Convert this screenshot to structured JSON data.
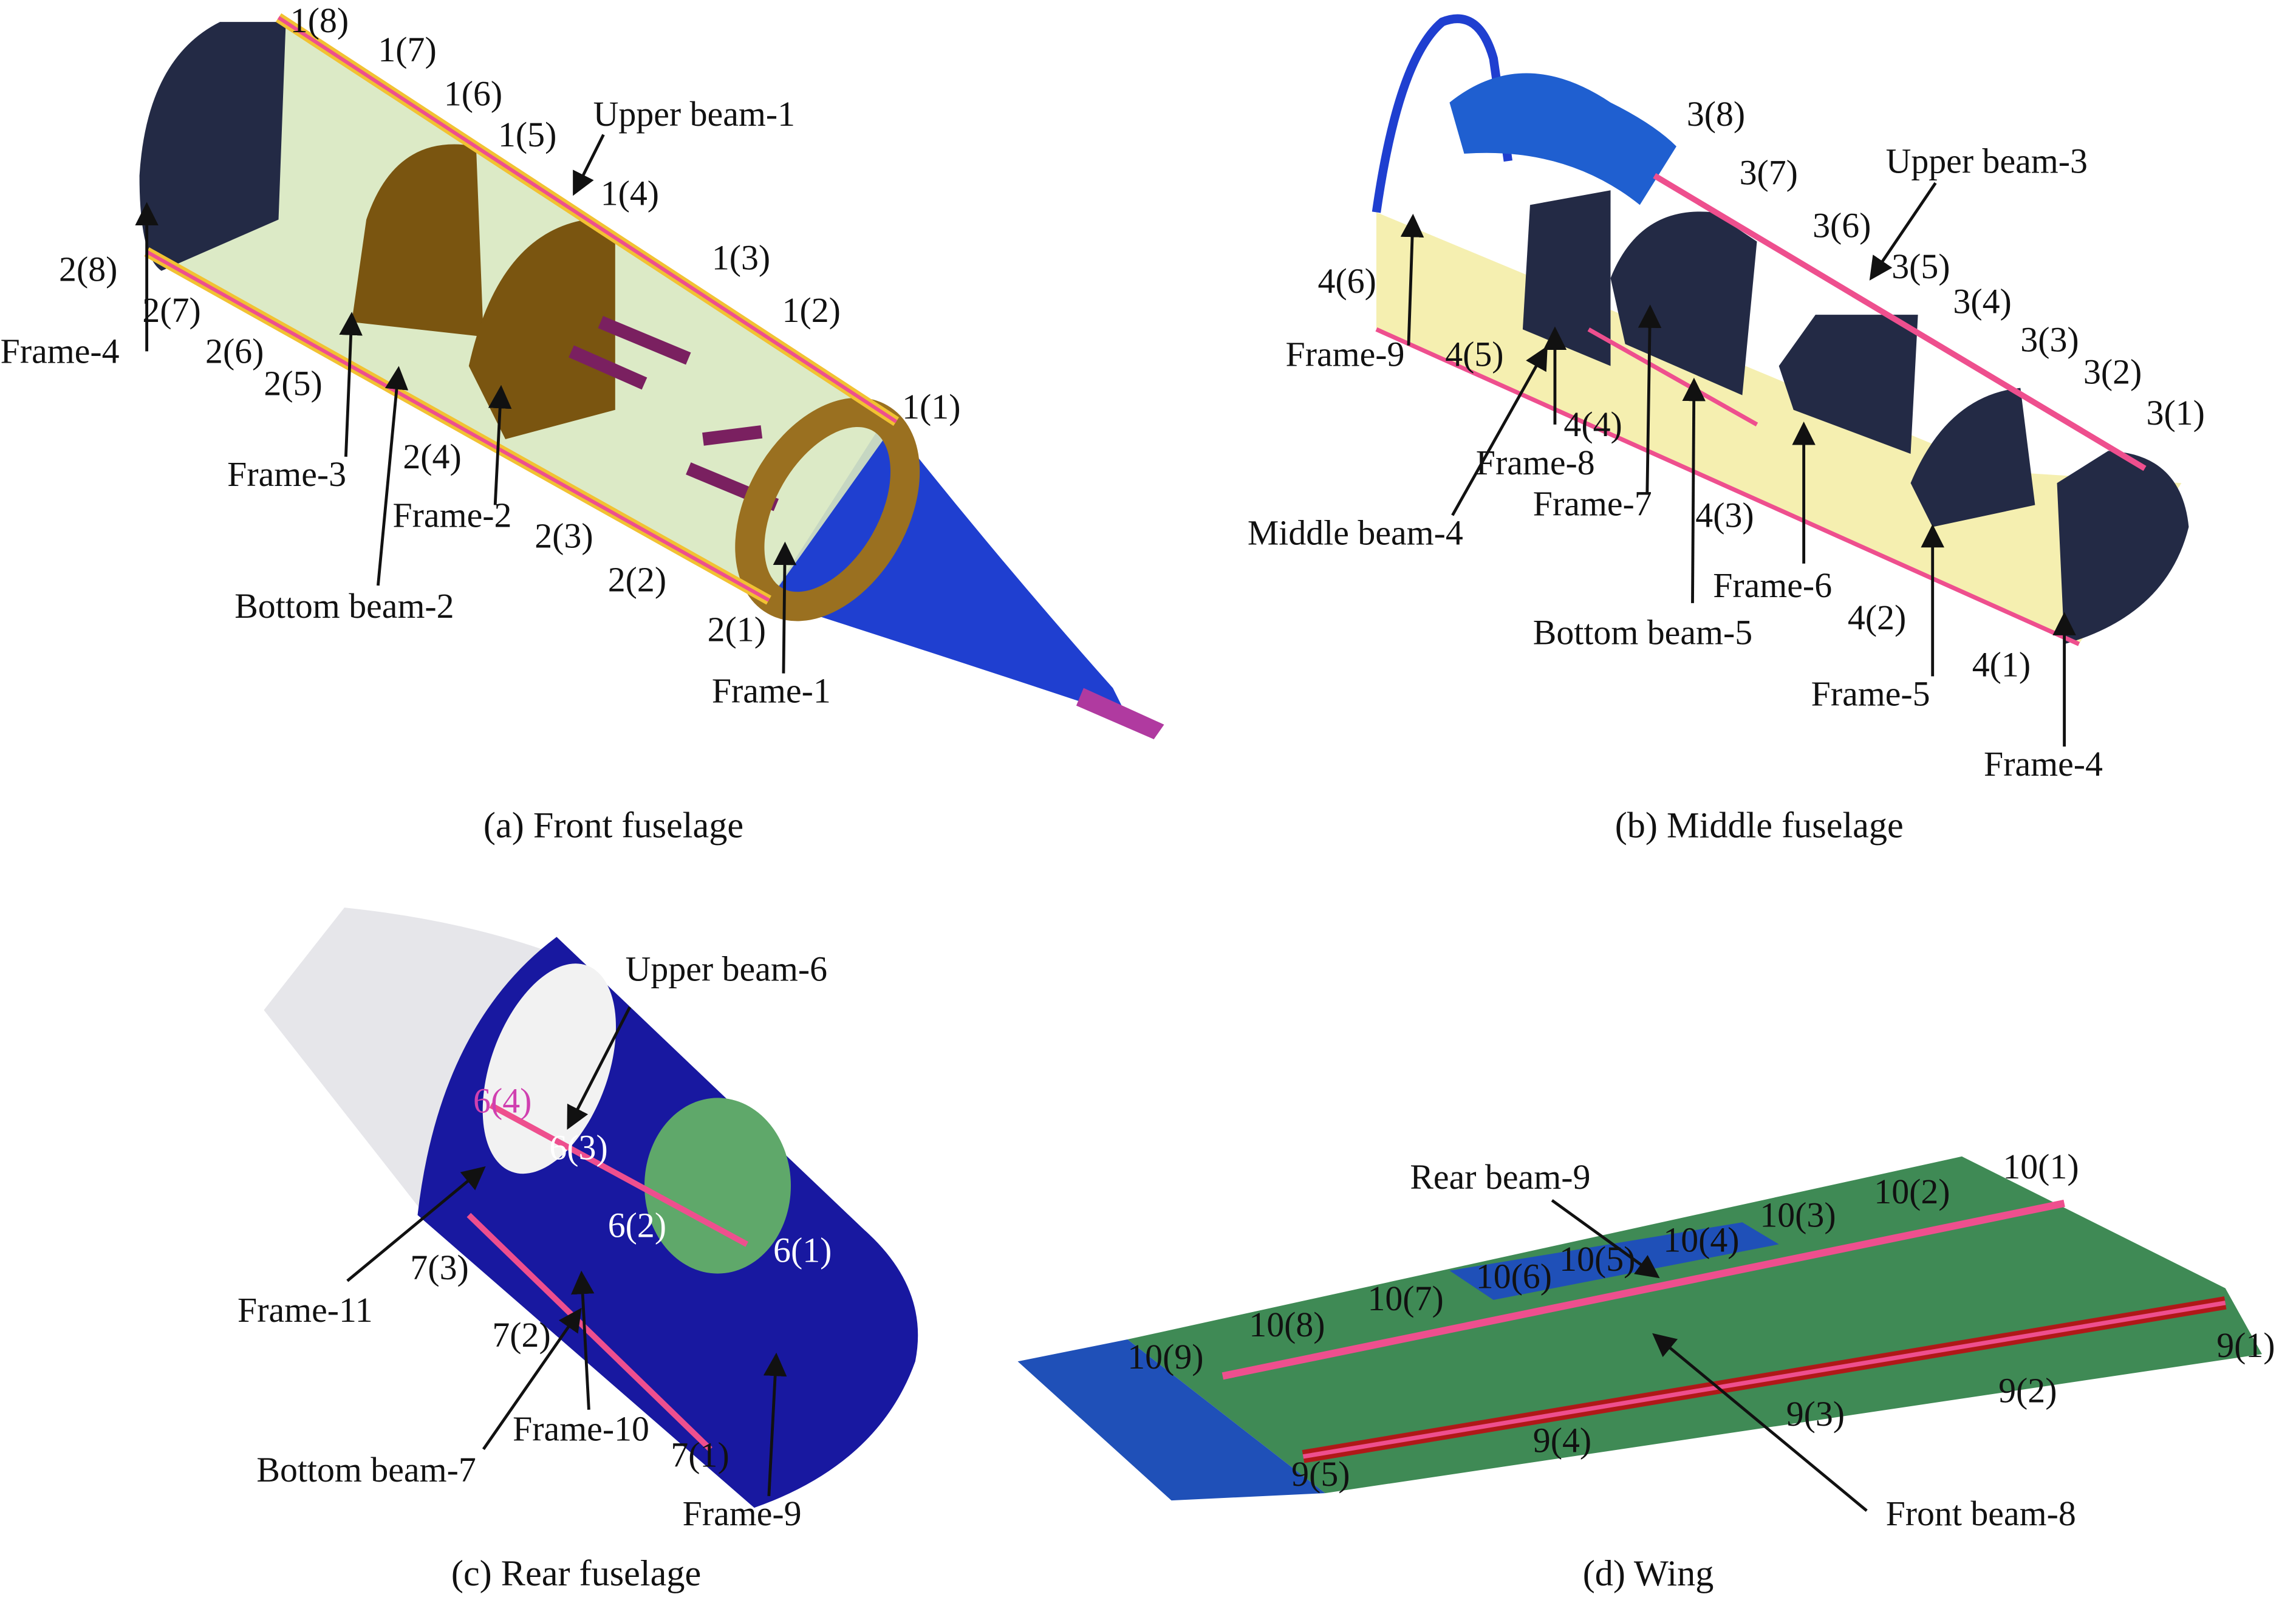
{
  "panel_a": {
    "caption": "(a) Front fuselage",
    "labels": [
      "1(8)",
      "1(7)",
      "1(6)",
      "1(5)",
      "Upper beam-1",
      "1(4)",
      "1(3)",
      "1(2)",
      "1(1)",
      "2(8)",
      "2(7)",
      "Frame-4",
      "2(6)",
      "2(5)",
      "Frame-3",
      "2(4)",
      "Frame-2",
      "2(3)",
      "Bottom beam-2",
      "2(2)",
      "2(1)",
      "Frame-1"
    ]
  },
  "panel_b": {
    "caption": "(b) Middle fuselage",
    "labels": [
      "3(8)",
      "3(7)",
      "Upper beam-3",
      "3(6)",
      "3(5)",
      "3(4)",
      "3(3)",
      "3(2)",
      "3(1)",
      "4(6)",
      "Frame-9",
      "4(5)",
      "4(4)",
      "Frame-8",
      "Frame-7",
      "Middle beam-4",
      "4(3)",
      "Frame-6",
      "Bottom beam-5",
      "4(2)",
      "Frame-5",
      "4(1)",
      "Frame-4"
    ]
  },
  "panel_c": {
    "caption": "(c) Rear fuselage",
    "labels": [
      "Upper beam-6",
      "6(4)",
      "6(3)",
      "6(2)",
      "6(1)",
      "7(3)",
      "Frame-11",
      "7(2)",
      "Frame-10",
      "7(1)",
      "Bottom beam-7",
      "Frame-9"
    ]
  },
  "panel_d": {
    "caption": "(d) Wing",
    "labels": [
      "Rear beam-9",
      "10(1)",
      "10(2)",
      "10(3)",
      "10(4)",
      "10(5)",
      "10(6)",
      "10(7)",
      "10(8)",
      "10(9)",
      "9(1)",
      "9(2)",
      "9(3)",
      "9(4)",
      "9(5)",
      "Front beam-8"
    ]
  },
  "colors": {
    "beam": "#ee4f8e",
    "frame_dark": "#232a45",
    "wood": "#7a5510",
    "blue": "#1f3fd0",
    "wing_green": "#3f8a55",
    "structure_yellow": "#f1c232"
  }
}
